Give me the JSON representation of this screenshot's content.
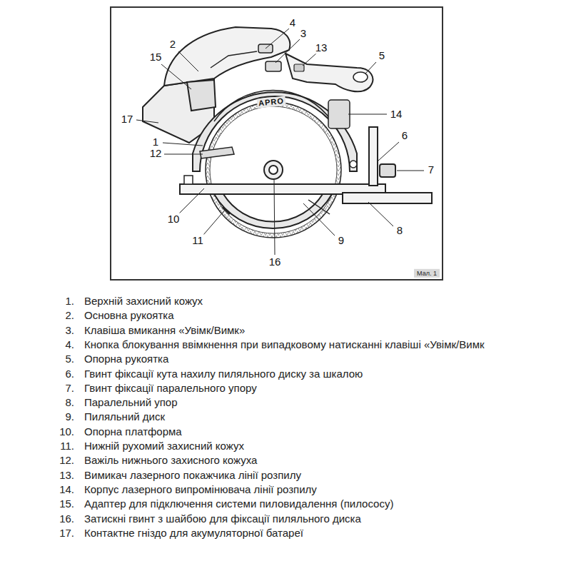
{
  "diagram": {
    "labels": [
      "4",
      "3",
      "2",
      "13",
      "5",
      "15",
      "17",
      "14",
      "1",
      "6",
      "12",
      "7",
      "10",
      "8",
      "11",
      "9",
      "16",
      "APRO",
      "Мал. 1",
      "1.",
      "Верхній захисний кожух",
      "2.",
      "Основна рукоятка",
      "3.",
      "Клавіша вмикання «Увімк/Вимк»",
      "4.",
      "Кнопка блокування ввімкнення при випадковому натисканні клавіші «Увімк/Вимк",
      "5.",
      "Опорна рукоятка",
      "6.",
      "Гвинт фіксації кута нахилу пиляльного диску за шкалою",
      "7.",
      "Гвинт фіксації паралельного упору",
      "8.",
      "Паралельний упор",
      "9.",
      "Пиляльний диск",
      "10.",
      "Опорна платформа",
      "11.",
      "Нижній рухомий захисний кожух",
      "12.",
      "Важіль нижнього захисного кожуха",
      "13.",
      "Вимикач лазерного покажчика лінії розпилу",
      "14.",
      "Корпус лазерного випромінювача лінії розпилу",
      "15.",
      "Адаптер для підключення системи пиловидалення (пилососу)",
      "16.",
      "Затискні гвинт з шайбою для фіксації пиляльного диска",
      "17.",
      "Контактне гніздо для акумуляторної батареї"
    ]
  }
}
